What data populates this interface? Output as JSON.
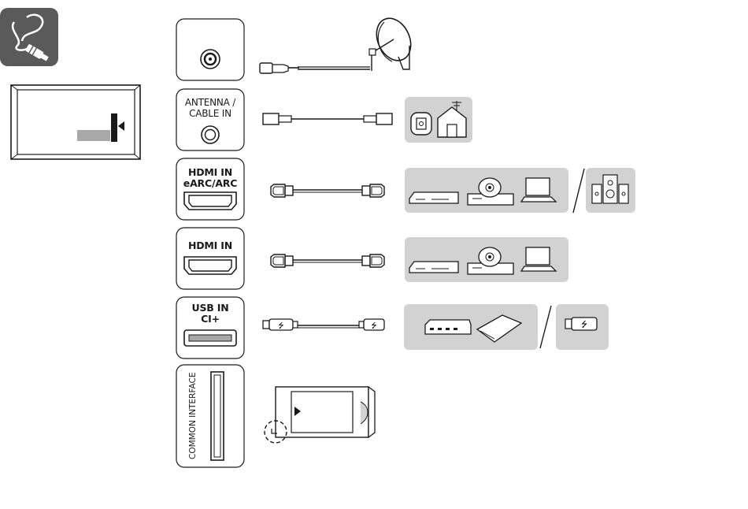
{
  "ports": {
    "antenna_label": "ANTENNA /\nCABLE IN",
    "hdmi_earc_label": "HDMI IN\neARC/ARC",
    "hdmi_label": "HDMI IN",
    "usb_label": "USB IN\nCI+",
    "ci_label": "COMMON INTERFACE"
  },
  "icons": {
    "header": "cable-connection-icon",
    "satellite": "satellite-dish-icon",
    "antenna": "antenna-house-icon",
    "hdmi_devices": [
      "set-top-box-icon",
      "dvd-player-icon",
      "laptop-icon"
    ],
    "audio": "speaker-system-icon",
    "usb_devices": [
      "usb-hub-icon",
      "external-hdd-icon"
    ],
    "usb_symbol": "usb-symbol-icon",
    "ci_card": "ci-module-card-icon"
  },
  "colors": {
    "panel_gray": "#d2d2d2",
    "stroke": "#1a1a1a",
    "header_bg": "#5a5a5a"
  }
}
